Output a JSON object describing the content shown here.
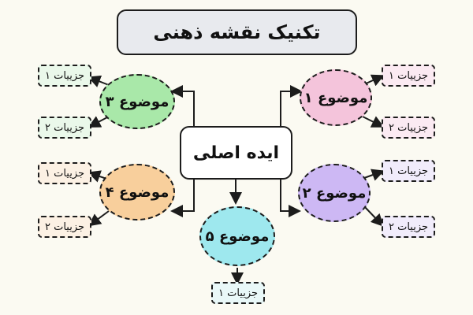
{
  "title": "تکنیک نقشه ذهنی",
  "center_label": "ایده اصلی",
  "topics": [
    {
      "label": "موضوع ۱",
      "color": "#f4c4db",
      "details": [
        "جزییات ۱",
        "جزییات ۲"
      ],
      "detail_color": "#fbeaf2"
    },
    {
      "label": "موضوع ۲",
      "color": "#cdb8f4",
      "details": [
        "جزییات ۱",
        "جزییات ۲"
      ],
      "detail_color": "#f1ecfb"
    },
    {
      "label": "موضوع ۳",
      "color": "#a9e8a9",
      "details": [
        "جزییات ۱",
        "جزییات ۲"
      ],
      "detail_color": "#eaf8ea"
    },
    {
      "label": "موضوع ۴",
      "color": "#f8cf9c",
      "details": [
        "جزییات ۱",
        "جزییات ۲"
      ],
      "detail_color": "#fcf1e4"
    },
    {
      "label": "موضوع ۵",
      "color": "#9ee8ee",
      "details": [
        "جزییات ۱"
      ],
      "detail_color": "#e9f8f8"
    }
  ],
  "colors": {
    "background": "#fbfaf2",
    "title_fill": "#e8eaee",
    "stroke": "#1c1c1c"
  }
}
